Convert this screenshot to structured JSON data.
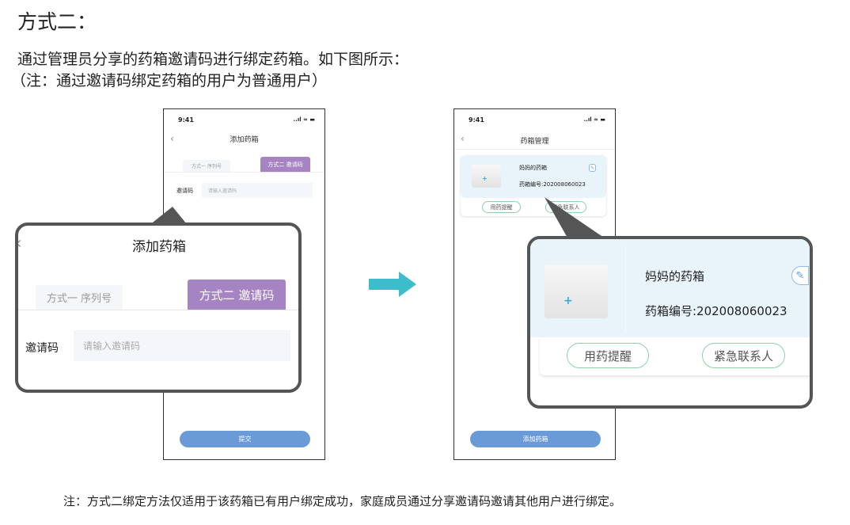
{
  "heading": "方式二：",
  "intro": "通过管理员分享的药箱邀请码进行绑定药箱。如下图所示：",
  "note_paren": "（注：通过邀请码绑定药箱的用户为普通用户）",
  "footer_note": "注：方式二绑定方法仅适用于该药箱已有用户绑定成功，家庭成员通过分享邀请码邀请其他用户进行绑定。",
  "colors": {
    "accent_purple": "#a683c2",
    "button_blue": "#6b9bd6",
    "arrow_teal": "#3dbccc",
    "card_bg": "#e9f4fa"
  },
  "phone_add": {
    "time": "9:41",
    "signal": "..ıl ≈ ▬",
    "title": "添加药箱",
    "tab1": "方式一  序列号",
    "tab2": "方式二  邀请码",
    "field_label": "邀请码",
    "field_placeholder": "请输入邀请码",
    "submit": "提交"
  },
  "phone_manage": {
    "time": "9:41",
    "signal": "..ıl ≈ ▬",
    "title": "药箱管理",
    "box_name": "妈妈的药箱",
    "box_number": "药箱编号:202008060023",
    "btn_reminder": "用药提醒",
    "btn_contact": "紧急联系人",
    "add_button": "添加药箱"
  }
}
